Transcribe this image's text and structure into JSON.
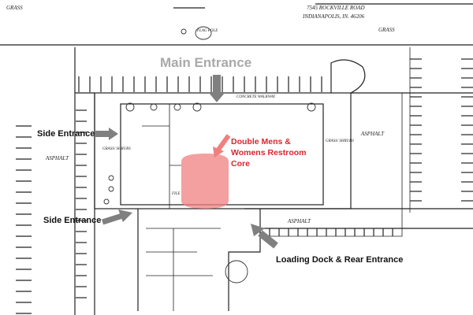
{
  "plan": {
    "address_line1": "7545 ROCKVILLE ROAD",
    "address_line2": "INDIANAPOLIS, IN. 46206",
    "flag_pole": "FLAG POLE",
    "grass_left": "GRASS",
    "grass_right": "GRASS",
    "walkway": "CONCRETE WALKWAY",
    "asphalt_left": "ASPHALT",
    "asphalt_right": "ASPHALT",
    "asphalt_bottom": "ASPHALT",
    "shrubs_left": "GRASS/ SHRUBS",
    "shrubs_right": "GRASS/ SHRUBS",
    "file": "FILE"
  },
  "labels": {
    "main_entrance": "Main Entrance",
    "side_entrance_1": "Side Entrance",
    "side_entrance_2": "Side Entrance",
    "restroom_core": "Double Mens & Womens Restroom Core",
    "loading_dock": "Loading Dock & Rear Entrance"
  },
  "colors": {
    "arrow": "#808080",
    "highlight": "#f08080",
    "core_text": "#d9262f"
  }
}
